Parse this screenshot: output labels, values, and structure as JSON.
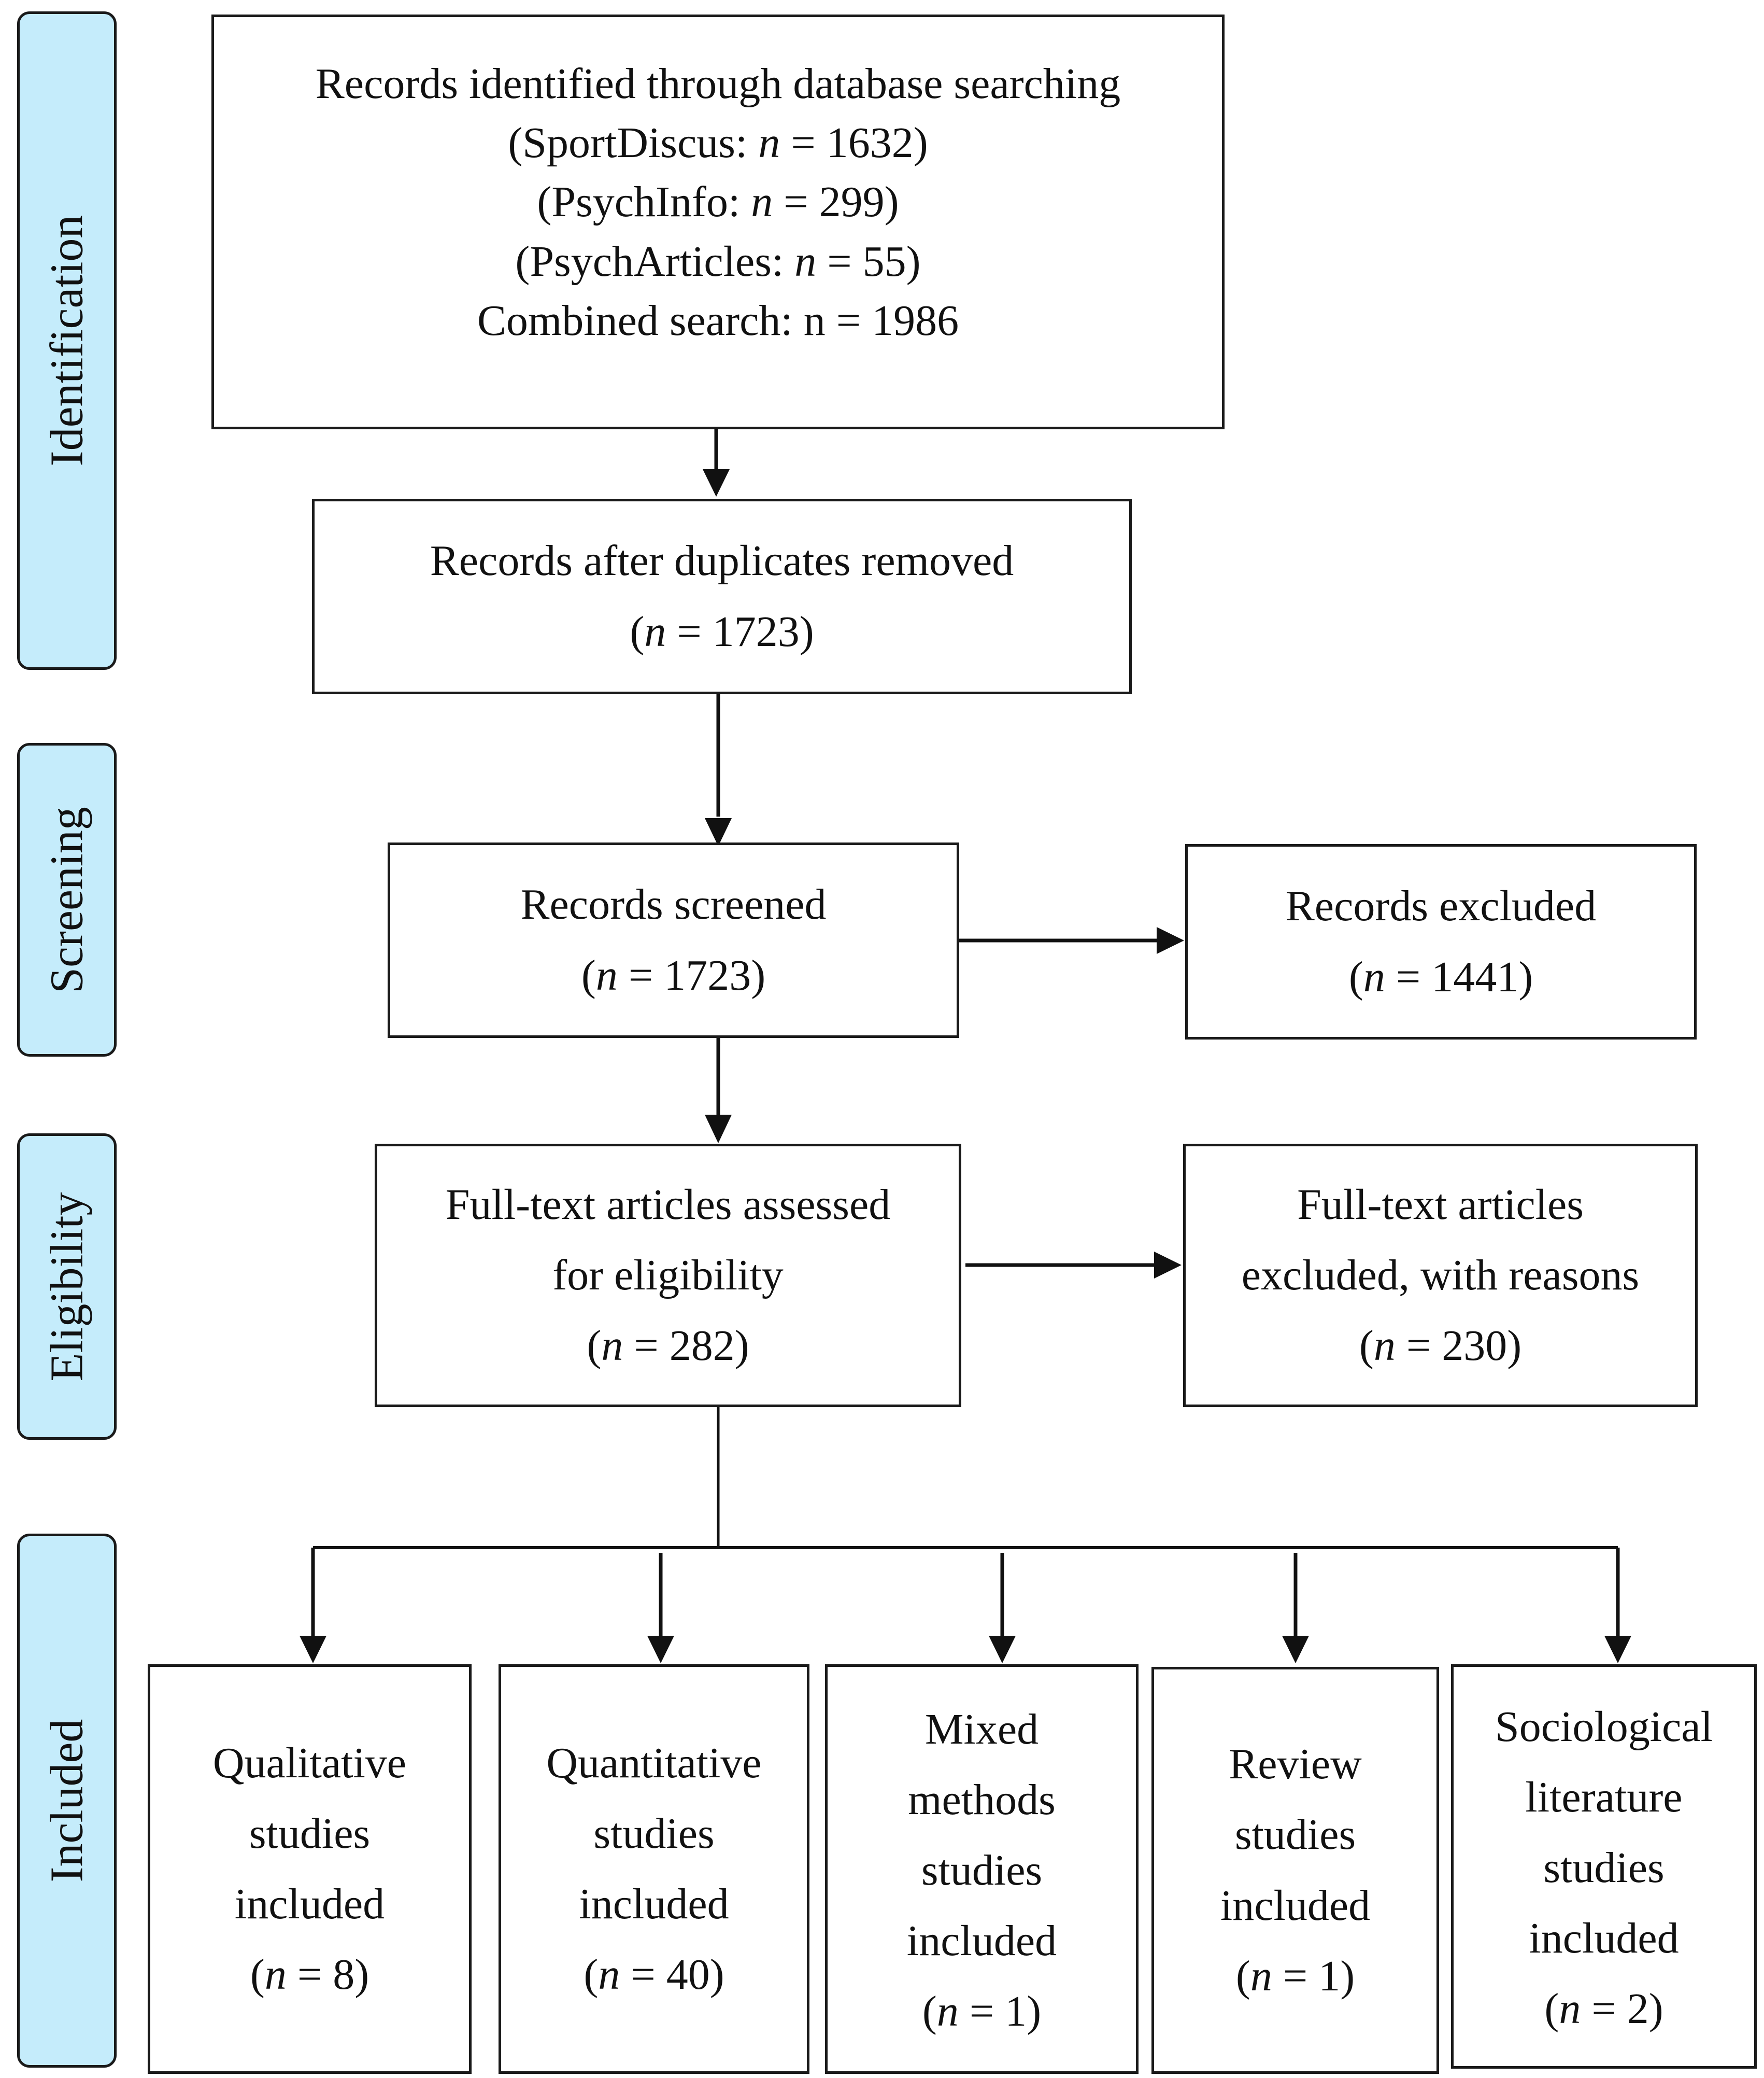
{
  "phases": {
    "identification": "Identification",
    "screening": "Screening",
    "eligibility": "Eligibility",
    "included": "Included"
  },
  "boxes": {
    "identified": {
      "title": "Records identified through database searching",
      "source1_name": "SportDiscus:",
      "source1_n": "1632",
      "source2_name": "PsychInfo:",
      "source2_n": "299",
      "source3_name": "PsychArticles:",
      "source3_n": "55",
      "combined": "Combined search: n = 1986"
    },
    "dedup": {
      "label": "Records after duplicates removed",
      "n": "1723"
    },
    "screened": {
      "label": "Records screened",
      "n": "1723"
    },
    "excluded": {
      "label": "Records excluded",
      "n": "1441"
    },
    "fulltext": {
      "line1": "Full-text articles assessed",
      "line2": "for eligibility",
      "n": "282"
    },
    "fulltext_excluded": {
      "line1": "Full-text articles",
      "line2": "excluded, with reasons",
      "n": "230"
    },
    "qualitative": {
      "line1": "Qualitative",
      "line2": "studies",
      "line3": "included",
      "n": "8"
    },
    "quantitative": {
      "line1": "Quantitative",
      "line2": "studies",
      "line3": "included",
      "n": "40"
    },
    "mixed": {
      "line1": "Mixed",
      "line2": "methods",
      "line3": "studies",
      "line4": "included",
      "n": "1"
    },
    "review": {
      "line1": "Review",
      "line2": "studies",
      "line3": "included",
      "n": "1"
    },
    "sociological": {
      "line1": "Sociological",
      "line2": "literature",
      "line3": "studies",
      "line4": "included",
      "n": "2"
    }
  }
}
